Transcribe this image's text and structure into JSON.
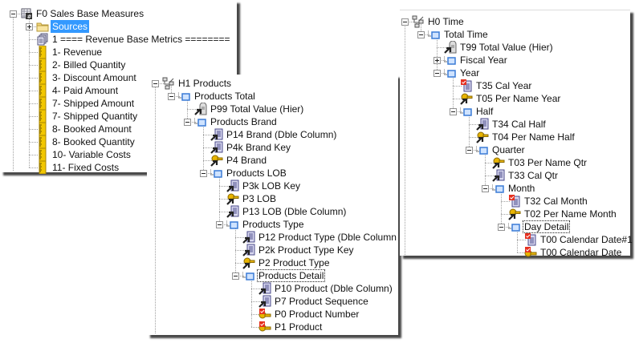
{
  "panels": [
    {
      "id": "p1",
      "name": "sales-base-measures-tree",
      "nodes": [
        {
          "label": "F0 Sales Base Measures",
          "level": 0,
          "icon": "measure-cube",
          "exp": "minus"
        },
        {
          "label": "Sources",
          "level": 1,
          "icon": "folder",
          "exp": "plus",
          "selected": true
        },
        {
          "label": "1 ==== Revenue Base Metrics ========",
          "level": 1,
          "icon": "doc-stack"
        },
        {
          "label": "1- Revenue",
          "level": 1,
          "icon": "ruler"
        },
        {
          "label": "2- Billed Quantity",
          "level": 1,
          "icon": "ruler"
        },
        {
          "label": "3- Discount Amount",
          "level": 1,
          "icon": "ruler"
        },
        {
          "label": "4- Paid Amount",
          "level": 1,
          "icon": "ruler"
        },
        {
          "label": "7- Shipped Amount",
          "level": 1,
          "icon": "ruler"
        },
        {
          "label": "7- Shipped Quantity",
          "level": 1,
          "icon": "ruler"
        },
        {
          "label": "8- Booked Amount",
          "level": 1,
          "icon": "ruler"
        },
        {
          "label": "8- Booked Quantity",
          "level": 1,
          "icon": "ruler"
        },
        {
          "label": "10- Variable Costs",
          "level": 1,
          "icon": "ruler"
        },
        {
          "label": "11- Fixed Costs",
          "level": 1,
          "icon": "ruler"
        }
      ]
    },
    {
      "id": "p2",
      "name": "products-hierarchy-tree",
      "nodes": [
        {
          "label": "H1 Products",
          "level": 0,
          "icon": "hierarchy",
          "exp": "minus"
        },
        {
          "label": "Products Total",
          "level": 1,
          "icon": "level",
          "exp": "minus"
        },
        {
          "label": "P99  Total Value (Hier)",
          "level": 2,
          "icon": "total"
        },
        {
          "label": "Products Brand",
          "level": 2,
          "icon": "level",
          "exp": "minus"
        },
        {
          "label": "P14  Brand (Dble Column)",
          "level": 3,
          "icon": "attr-column"
        },
        {
          "label": "P4k  Brand Key",
          "level": 3,
          "icon": "attr-column"
        },
        {
          "label": "P4  Brand",
          "level": 3,
          "icon": "attr-key"
        },
        {
          "label": "Products LOB",
          "level": 3,
          "icon": "level",
          "exp": "minus"
        },
        {
          "label": "P3k  LOB Key",
          "level": 4,
          "icon": "attr-column"
        },
        {
          "label": "P3  LOB",
          "level": 4,
          "icon": "attr-key"
        },
        {
          "label": "P13  LOB (Dble Column)",
          "level": 4,
          "icon": "attr-column"
        },
        {
          "label": "Products Type",
          "level": 4,
          "icon": "level",
          "exp": "minus"
        },
        {
          "label": "P12  Product Type (Dble Column",
          "level": 5,
          "icon": "attr-column"
        },
        {
          "label": "P2k  Product Type Key",
          "level": 5,
          "icon": "attr-column"
        },
        {
          "label": "P2  Product Type",
          "level": 5,
          "icon": "attr-key"
        },
        {
          "label": "Products Detail",
          "level": 5,
          "icon": "level",
          "exp": "minus",
          "focused": true
        },
        {
          "label": "P10  Product (Dble Column)",
          "level": 6,
          "icon": "attr-column"
        },
        {
          "label": "P7  Product Sequence",
          "level": 6,
          "icon": "attr-column"
        },
        {
          "label": "P0  Product Number",
          "level": 6,
          "icon": "key-check"
        },
        {
          "label": "P1  Product",
          "level": 6,
          "icon": "key-check"
        }
      ]
    },
    {
      "id": "p3",
      "name": "time-hierarchy-tree",
      "nodes": [
        {
          "label": "H0 Time",
          "level": 0,
          "icon": "hierarchy",
          "exp": "minus"
        },
        {
          "label": "Total Time",
          "level": 1,
          "icon": "level",
          "exp": "minus"
        },
        {
          "label": "T99 Total Value (Hier)",
          "level": 2,
          "icon": "total"
        },
        {
          "label": "Fiscal Year",
          "level": 2,
          "icon": "level",
          "exp": "plus"
        },
        {
          "label": "Year",
          "level": 2,
          "icon": "level",
          "exp": "minus"
        },
        {
          "label": "T35 Cal Year",
          "level": 3,
          "icon": "column-check"
        },
        {
          "label": "T05 Per Name Year",
          "level": 3,
          "icon": "attr-key"
        },
        {
          "label": "Half",
          "level": 3,
          "icon": "level",
          "exp": "minus"
        },
        {
          "label": "T34 Cal Half",
          "level": 4,
          "icon": "attr-column"
        },
        {
          "label": "T04 Per Name Half",
          "level": 4,
          "icon": "attr-key"
        },
        {
          "label": "Quarter",
          "level": 4,
          "icon": "level",
          "exp": "minus"
        },
        {
          "label": "T03 Per Name Qtr",
          "level": 5,
          "icon": "attr-key"
        },
        {
          "label": "T33 Cal Qtr",
          "level": 5,
          "icon": "attr-column"
        },
        {
          "label": "Month",
          "level": 5,
          "icon": "level",
          "exp": "minus"
        },
        {
          "label": "T32 Cal Month",
          "level": 6,
          "icon": "column-check"
        },
        {
          "label": "T02 Per Name Month",
          "level": 6,
          "icon": "attr-key"
        },
        {
          "label": "Day Detail",
          "level": 6,
          "icon": "level",
          "exp": "minus",
          "focused": true
        },
        {
          "label": "T00 Calendar Date#1",
          "level": 7,
          "icon": "column-check"
        },
        {
          "label": "T00 Calendar Date",
          "level": 7,
          "icon": "key-check"
        }
      ]
    }
  ],
  "colors": {
    "selection": "#3399ff",
    "level_blue": "#3a7bd5",
    "key_yellow": "#e8b400",
    "ruler_yellow": "#f2c700",
    "check_red": "#e53020"
  }
}
